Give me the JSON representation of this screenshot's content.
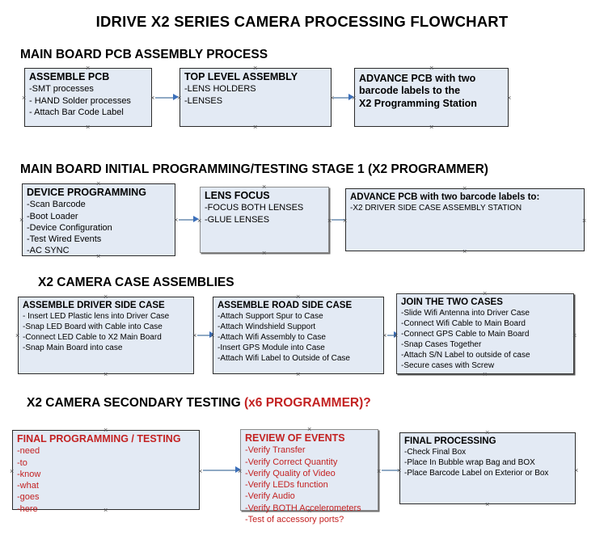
{
  "document": {
    "title": "IDRIVE X2  SERIES CAMERA PROCESSING FLOWCHART",
    "colors": {
      "box_fill": "#e3eaf4",
      "box_border": "#2b2b2b",
      "connector": "#8fa9c4",
      "arrow": "#3b6fba",
      "accent_red": "#c32222"
    }
  },
  "sections": [
    {
      "heading": "MAIN BOARD PCB ASSEMBLY PROCESS",
      "heading_accent": "",
      "nodes": [
        {
          "header": "ASSEMBLE PCB",
          "lines": [
            "-SMT processes",
            "- HAND Solder processes",
            "- Attach Bar Code Label"
          ]
        },
        {
          "header": "TOP LEVEL ASSEMBLY",
          "lines": [
            "-LENS HOLDERS",
            "-LENSES"
          ]
        },
        {
          "header_lines": [
            "ADVANCE PCB with two",
            "barcode labels to the",
            " X2 Programming Station"
          ]
        }
      ]
    },
    {
      "heading": "MAIN BOARD INITIAL PROGRAMMING/TESTING STAGE 1 (X2 PROGRAMMER)",
      "heading_accent": "",
      "nodes": [
        {
          "header": "DEVICE PROGRAMMING",
          "lines": [
            "-Scan Barcode",
            "-Boot Loader",
            "-Device Configuration",
            "-Test Wired Events",
            "-AC SYNC"
          ]
        },
        {
          "header": "LENS FOCUS",
          "lines": [
            "-FOCUS BOTH LENSES",
            "-GLUE LENSES"
          ]
        },
        {
          "header": "ADVANCE PCB with two barcode labels to:",
          "lines": [
            "-X2 DRIVER  SIDE  CASE  ASSEMBLY STATION"
          ]
        }
      ]
    },
    {
      "heading": "X2 CAMERA CASE ASSEMBLIES",
      "heading_accent": "",
      "nodes": [
        {
          "header": "ASSEMBLE DRIVER SIDE CASE",
          "lines": [
            "- Insert LED Plastic lens into Driver Case",
            "-Snap LED Board with Cable into Case",
            "-Connect LED Cable to X2 Main Board",
            "-Snap Main Board into case"
          ]
        },
        {
          "header": "ASSEMBLE ROAD SIDE CASE",
          "lines": [
            "-Attach Support Spur to Case",
            "-Attach Windshield Support",
            "-Attach Wifi Assembly to Case",
            "-Insert GPS Module into Case",
            "-Attach Wifi Label to Outside of Case"
          ]
        },
        {
          "header": "JOIN THE TWO CASES",
          "lines": [
            "-Slide Wifi Antenna into Driver Case",
            "-Connect Wifi Cable to Main Board",
            "-Connect GPS Cable to Main Board",
            "-Snap Cases Together",
            "-Attach S/N Label to outside of case",
            "-Secure cases with Screw"
          ]
        }
      ]
    },
    {
      "heading": "X2 CAMERA SECONDARY TESTING ",
      "heading_accent": "(x6 PROGRAMMER)?",
      "nodes": [
        {
          "header": "FINAL PROGRAMMING / TESTING",
          "lines": [
            "-need",
            "-to",
            "-know",
            "-what",
            "-goes",
            "-here"
          ]
        },
        {
          "header": "REVIEW OF EVENTS",
          "lines": [
            "-Verify Transfer",
            "-Verify Correct Quantity",
            "-Verify Quality of Video",
            "-Verify LEDs function",
            "-Verify Audio",
            "-Verify BOTH Accelerometers",
            "-Test of accessory ports?"
          ]
        },
        {
          "header": "FINAL PROCESSING",
          "lines": [
            " -Check Final Box",
            "-Place In Bubble wrap Bag and BOX",
            "-Place Barcode Label on Exterior or Box"
          ]
        }
      ]
    }
  ],
  "connector_glyph": "×"
}
